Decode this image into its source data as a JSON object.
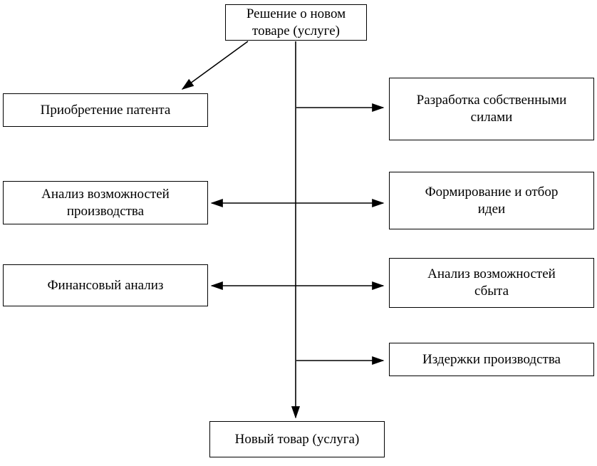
{
  "diagram": {
    "background_color": "#ffffff",
    "box_border_color": "#000000",
    "line_color": "#000000",
    "text_color": "#000000",
    "nodes": {
      "decision": "Решение о новом\nтоваре (услуге)",
      "patent": "Приобретение патента",
      "production_analysis": "Анализ возможностей\nпроизводства",
      "financial_analysis": "Финансовый анализ",
      "own_development": "Разработка собственными\nсилами",
      "idea_selection": "Формирование и отбор\nидеи",
      "sales_analysis": "Анализ возможностей\nсбыта",
      "production_costs": "Издержки производства",
      "new_product": "Новый товар (услуга)"
    },
    "edges": [
      {
        "from": "decision",
        "to": "patent",
        "type": "arrow"
      },
      {
        "from": "decision",
        "to": "own_development",
        "type": "arrow"
      },
      {
        "from": "production_analysis",
        "to": "idea_selection",
        "type": "double-arrow"
      },
      {
        "from": "financial_analysis",
        "to": "sales_analysis",
        "type": "double-arrow"
      },
      {
        "from": "decision",
        "to": "production_costs",
        "type": "arrow"
      },
      {
        "from": "decision",
        "to": "new_product",
        "type": "arrow"
      }
    ]
  }
}
